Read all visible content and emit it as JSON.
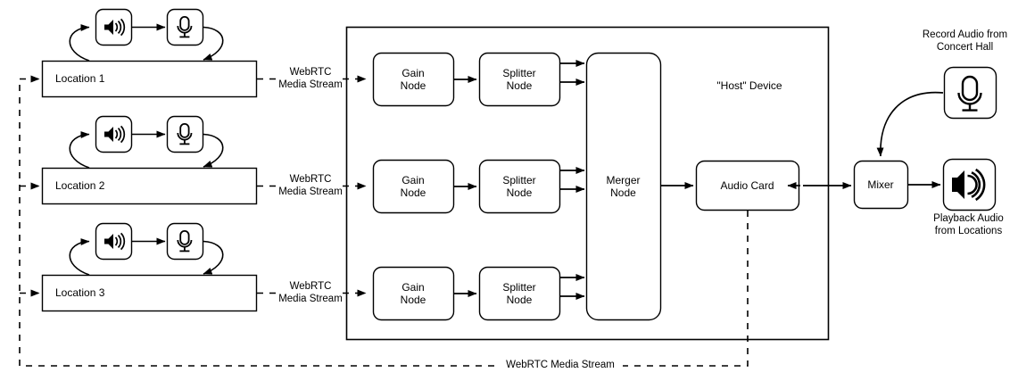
{
  "diagram": {
    "title_host": "\"Host\" Device",
    "locations": [
      {
        "label": "Location 1",
        "stream_label": "WebRTC\nMedia Stream"
      },
      {
        "label": "Location 2",
        "stream_label": "WebRTC\nMedia Stream"
      },
      {
        "label": "Location 3",
        "stream_label": "WebRTC\nMedia Stream"
      }
    ],
    "nodes": {
      "gain": "Gain\nNode",
      "splitter": "Splitter\nNode",
      "merger": "Merger\nNode",
      "audio_card": "Audio Card",
      "mixer": "Mixer"
    },
    "right_side": {
      "record_label": "Record Audio from\nConcert Hall",
      "playback_label": "Playback Audio\nfrom Locations"
    },
    "bottom_stream_label": "WebRTC Media Stream",
    "icons": {
      "speaker": "speaker-icon",
      "microphone": "microphone-icon"
    },
    "colors": {
      "stroke": "#000000",
      "fill": "#ffffff",
      "text": "#000000"
    }
  }
}
